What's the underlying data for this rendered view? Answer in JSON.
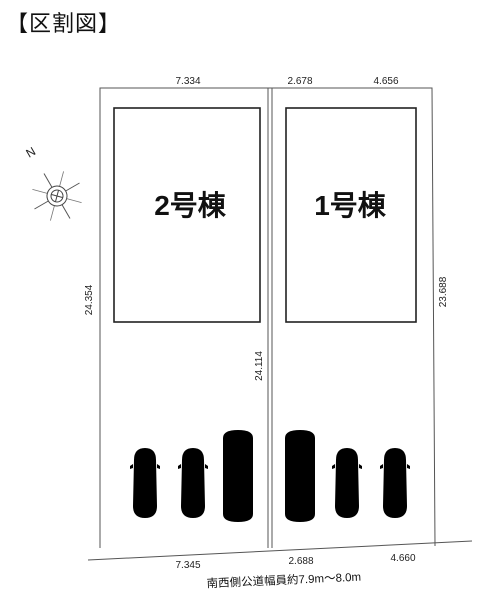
{
  "title": "【区割図】",
  "buildings": {
    "left": "2号棟",
    "right": "1号棟"
  },
  "dimensions": {
    "top_left": "7.334",
    "top_mid": "2.678",
    "top_right": "4.656",
    "bottom_left": "7.345",
    "bottom_mid": "2.688",
    "bottom_right": "4.660",
    "left_depth": "24.354",
    "mid_depth": "24.114",
    "right_depth": "23.688"
  },
  "compass_label": "N",
  "road_label": "南西側公道幅員約7.9m〜8.0m"
}
